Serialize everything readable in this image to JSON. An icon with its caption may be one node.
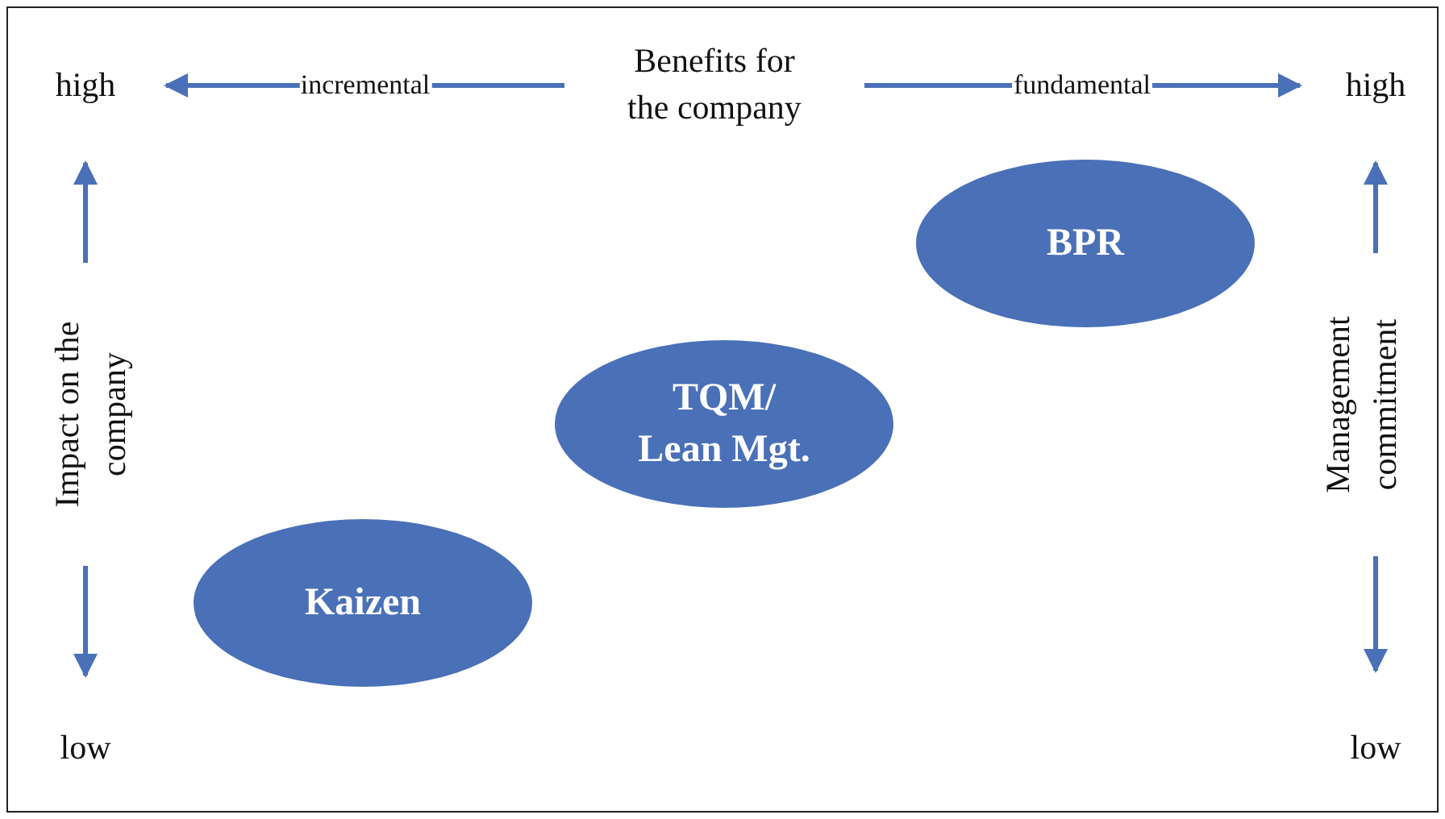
{
  "diagram": {
    "nodes": [
      {
        "text": [
          "high"
        ]
      },
      {
        "text": [
          "Benefits for the company"
        ]
      },
      {
        "text": [
          "high"
        ]
      },
      {
        "text": [
          "Impact on the company"
        ]
      },
      {
        "text": [
          "low"
        ]
      },
      {
        "text": [
          "Management commitment"
        ]
      },
      {
        "text": [
          "low"
        ]
      },
      {
        "text": [
          "BPR"
        ]
      },
      {
        "text": [
          "TQM/ Lean Mgt."
        ]
      },
      {
        "text": [
          "Kaizen"
        ]
      }
    ],
    "edges": [
      {
        "from": 1,
        "to": 0,
        "arrow": "to",
        "label": "incremental"
      },
      {
        "from": 1,
        "to": 2,
        "arrow": "to",
        "label": "fundamental"
      },
      {
        "from": 3,
        "to": 0,
        "arrow": "to"
      },
      {
        "from": 3,
        "to": 4,
        "arrow": "to"
      },
      {
        "from": 5,
        "to": 2,
        "arrow": "to"
      },
      {
        "from": 5,
        "to": 6,
        "arrow": "to"
      }
    ]
  }
}
